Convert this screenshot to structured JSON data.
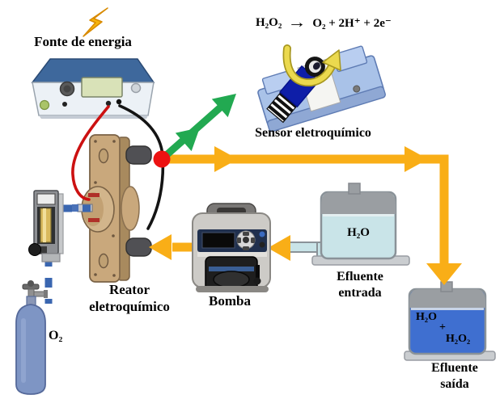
{
  "figure": {
    "power_source": {
      "label": "Fonte de energia"
    },
    "reaction": {
      "reactant": "H₂O₂",
      "arrow": "→",
      "products": "O₂ + 2H⁺ + 2e⁻"
    },
    "sensor": {
      "label": "Sensor eletroquímico"
    },
    "reactor": {
      "label_line1": "Reator",
      "label_line2": "eletroquímico"
    },
    "pump": {
      "label": "Bomba"
    },
    "influent_tank": {
      "content": "H₂O",
      "label_line1": "Efluente",
      "label_line2": "entrada"
    },
    "effluent_tank": {
      "content_top": "H₂O",
      "content_plus": "+",
      "content_bottom": "H₂O₂",
      "label_line1": "Efluente",
      "label_line2": "saída"
    },
    "oxygen_cylinder": {
      "label": "O₂"
    },
    "colors": {
      "flow_line": "#F9AE17",
      "signal_arrow": "#22A951",
      "junction_dot": "#EC1212",
      "gas_line": "#3A66B0",
      "positive_cable": "#CC1111",
      "negative_cable": "#141414",
      "lightning": "#F6B40A",
      "influent_liquid": "#C9E4E8",
      "effluent_liquid": "#3F6FD0"
    }
  }
}
